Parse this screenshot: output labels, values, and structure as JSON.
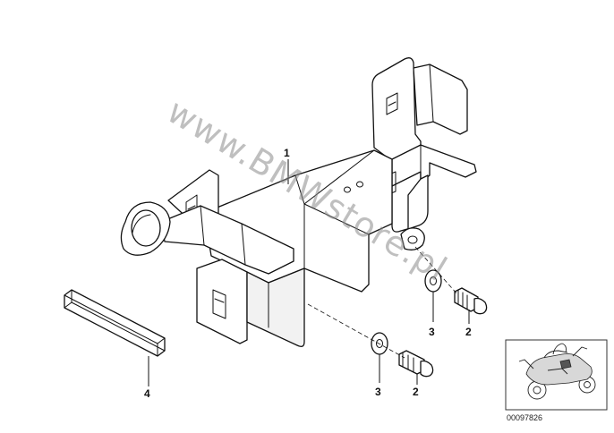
{
  "diagram": {
    "watermark": "www.BMWstore.pl",
    "callouts": {
      "bracket": "1",
      "screw_right": "2",
      "washer_right": "3",
      "washer_lower": "3",
      "screw_lower": "2",
      "rubber_strip": "4"
    },
    "reference_number": "00097826",
    "colors": {
      "line": "#111111",
      "watermark": "#8a8a8a",
      "background": "#ffffff"
    }
  }
}
